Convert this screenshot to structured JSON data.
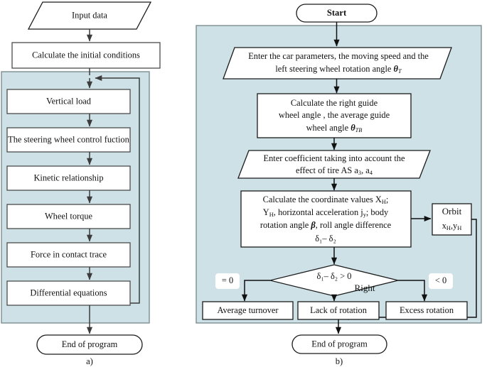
{
  "diagram": {
    "type": "flowchart",
    "caption_left": "a)",
    "caption_right": "b)",
    "panel_color": "#cde1e7",
    "box_fill": "#ffffff",
    "line_color": "#3c3c3c"
  },
  "left": {
    "input": "Input data",
    "init": "Calculate the initial conditions",
    "loop_steps": [
      "Vertical load",
      "The steering wheel control fuction",
      "Kinetic relationship",
      "Wheel torque",
      "Force in contact trace",
      "Differential equations"
    ],
    "end": "End of program"
  },
  "right": {
    "start": "Start",
    "enter_params_l1": "Enter the car parameters, the moving speed and the",
    "enter_params_l2a": "left steering wheel rotation angle ",
    "enter_params_theta": "θ",
    "enter_params_sub": "T",
    "calc_guide_l1": "Calculate the right  guide",
    "calc_guide_l2": "wheel angle , the average guide",
    "calc_guide_l3a": "wheel angle ",
    "calc_guide_theta": "θ",
    "calc_guide_sub": "TB",
    "enter_coef_l1": "Enter coefficient taking into account the",
    "enter_coef_l2a": "effect of tire AS a",
    "enter_coef_sub1": "3",
    "enter_coef_l2b": ", a",
    "enter_coef_sub2": "4",
    "calc_coord_l1a": "Calculate the coordinate values X",
    "calc_coord_sub1": "H",
    "calc_coord_l1b": ";",
    "calc_coord_l2a": "Y",
    "calc_coord_sub2": "H",
    "calc_coord_l2b": ", horizontal acceleration j",
    "calc_coord_sub3": "y",
    "calc_coord_l2c": "; body",
    "calc_coord_l3a": "rotation angle ",
    "calc_coord_beta": "β",
    "calc_coord_l3b": ", roll angle difference",
    "calc_coord_l4": "δ₁– δ₂",
    "orbit_l1": "Orbit",
    "orbit_l2a": "x",
    "orbit_sub1": "H",
    "orbit_l2b": ",y",
    "orbit_sub2": "H",
    "decision": "δ₁– δ₂ > 0",
    "branch_eq": "= 0",
    "branch_right": "Right",
    "branch_lt": "< 0",
    "result_left": "Average turnover",
    "result_mid": "Lack of rotation",
    "result_right": "Excess rotation",
    "end": "End of program"
  }
}
